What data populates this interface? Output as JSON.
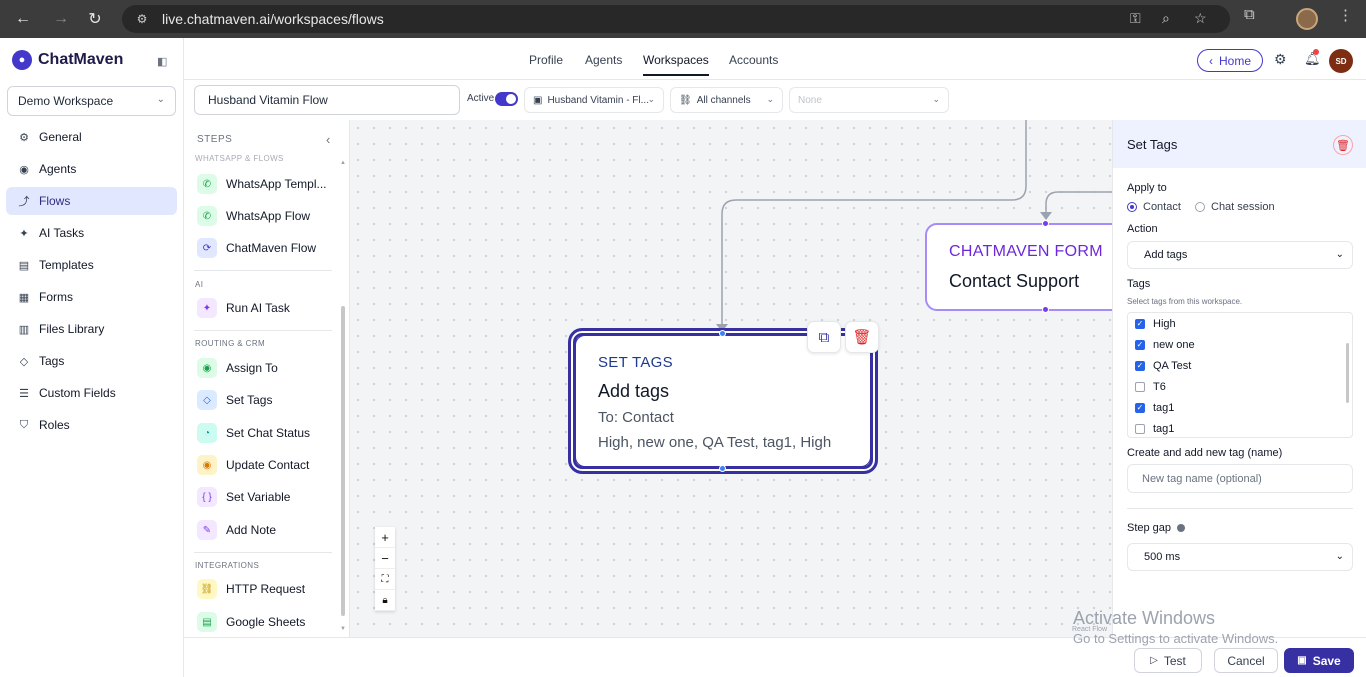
{
  "browser": {
    "url": "live.chatmaven.ai/workspaces/flows"
  },
  "sidebar": {
    "brand": "ChatMaven",
    "workspace": "Demo Workspace",
    "items": [
      {
        "label": "General",
        "icon": "gear-icon"
      },
      {
        "label": "Agents",
        "icon": "user-icon"
      },
      {
        "label": "Flows",
        "icon": "flow-icon",
        "active": true
      },
      {
        "label": "AI Tasks",
        "icon": "sparkle-icon"
      },
      {
        "label": "Templates",
        "icon": "document-icon"
      },
      {
        "label": "Forms",
        "icon": "form-icon"
      },
      {
        "label": "Files Library",
        "icon": "file-icon"
      },
      {
        "label": "Tags",
        "icon": "tag-icon"
      },
      {
        "label": "Custom Fields",
        "icon": "list-icon"
      },
      {
        "label": "Roles",
        "icon": "shield-icon"
      }
    ]
  },
  "topnav": {
    "tabs": [
      "Profile",
      "Agents",
      "Workspaces",
      "Accounts"
    ],
    "active_tab": "Workspaces",
    "home_label": "Home",
    "avatar_initials": "SD"
  },
  "toolbar": {
    "flow_name": "Husband Vitamin Flow",
    "active_label": "Active",
    "flow_select": "Husband Vitamin - Fl...",
    "channels_select": "All channels",
    "third_select": "None"
  },
  "steps": {
    "header": "STEPS",
    "sections": {
      "whatsapp": "WHATSAPP & FLOWS",
      "ai": "AI",
      "routing": "ROUTING & CRM",
      "integrations": "INTEGRATIONS"
    },
    "whatsapp_items": [
      "WhatsApp Templ...",
      "WhatsApp Flow",
      "ChatMaven Flow"
    ],
    "ai_items": [
      "Run AI Task"
    ],
    "routing_items": [
      "Assign To",
      "Set Tags",
      "Set Chat Status",
      "Update Contact",
      "Set Variable",
      "Add Note"
    ],
    "integration_items": [
      "HTTP Request",
      "Google Sheets"
    ]
  },
  "canvas": {
    "settags_node": {
      "type": "SET TAGS",
      "title": "Add tags",
      "target": "To: Contact",
      "tags": "High, new one, QA Test, tag1, High"
    },
    "form_node": {
      "type": "CHATMAVEN FORM",
      "title": "Contact Support"
    },
    "watermark": "React Flow"
  },
  "panel": {
    "title": "Set Tags",
    "apply_to_label": "Apply to",
    "apply_options": [
      "Contact",
      "Chat session"
    ],
    "apply_selected": "Contact",
    "action_label": "Action",
    "action_value": "Add tags",
    "tags_label": "Tags",
    "tags_hint": "Select tags from this workspace.",
    "tags": [
      {
        "name": "High",
        "checked": true
      },
      {
        "name": "new one",
        "checked": true
      },
      {
        "name": "QA Test",
        "checked": true
      },
      {
        "name": "T6",
        "checked": false
      },
      {
        "name": "tag1",
        "checked": true
      },
      {
        "name": "tag1",
        "checked": false
      }
    ],
    "new_tag_label": "Create and add new tag (name)",
    "new_tag_placeholder": "New tag name (optional)",
    "step_gap_label": "Step gap",
    "step_gap_value": "500 ms"
  },
  "bottombar": {
    "test_label": "Test",
    "cancel_label": "Cancel",
    "save_label": "Save"
  },
  "os_watermark": {
    "line1": "Activate Windows",
    "line2": "Go to Settings to activate Windows."
  }
}
